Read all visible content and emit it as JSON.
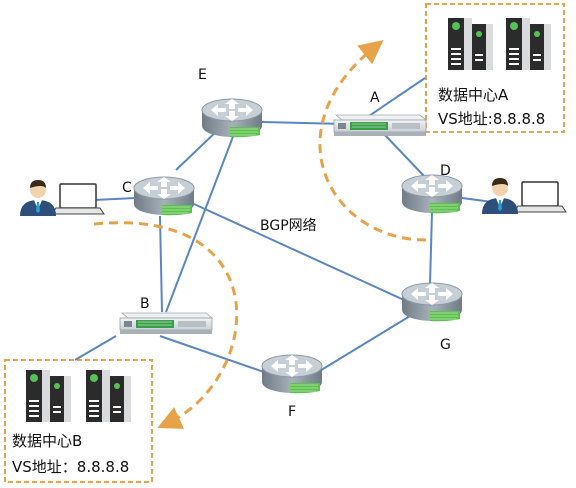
{
  "colors": {
    "link": "#5b86c2",
    "dashed_arrow": "#e8a24a",
    "dc_border": "#e8a24a",
    "router_body": "#8e9aa5",
    "router_top": "#c7cfd6",
    "router_band": "#5fbf52",
    "server_dark": "#2b2b2b",
    "server_light": "#d9dbdd",
    "server_led": "#55c255",
    "switch_body": "#dfe3e6"
  },
  "network_label": "BGP网络",
  "nodes": {
    "A": "A",
    "B": "B",
    "C": "C",
    "D": "D",
    "E": "E",
    "F": "F",
    "G": "G"
  },
  "datacenters": {
    "a": {
      "name": "数据中心A",
      "vs_address": "VS地址:8.8.8.8"
    },
    "b": {
      "name": "数据中心B",
      "vs_address": "VS地址：8.8.8.8"
    }
  },
  "icons": {
    "router": "router-icon",
    "switch": "switch-device-icon",
    "server": "server-tower-icon",
    "user": "user-with-laptop-icon"
  }
}
